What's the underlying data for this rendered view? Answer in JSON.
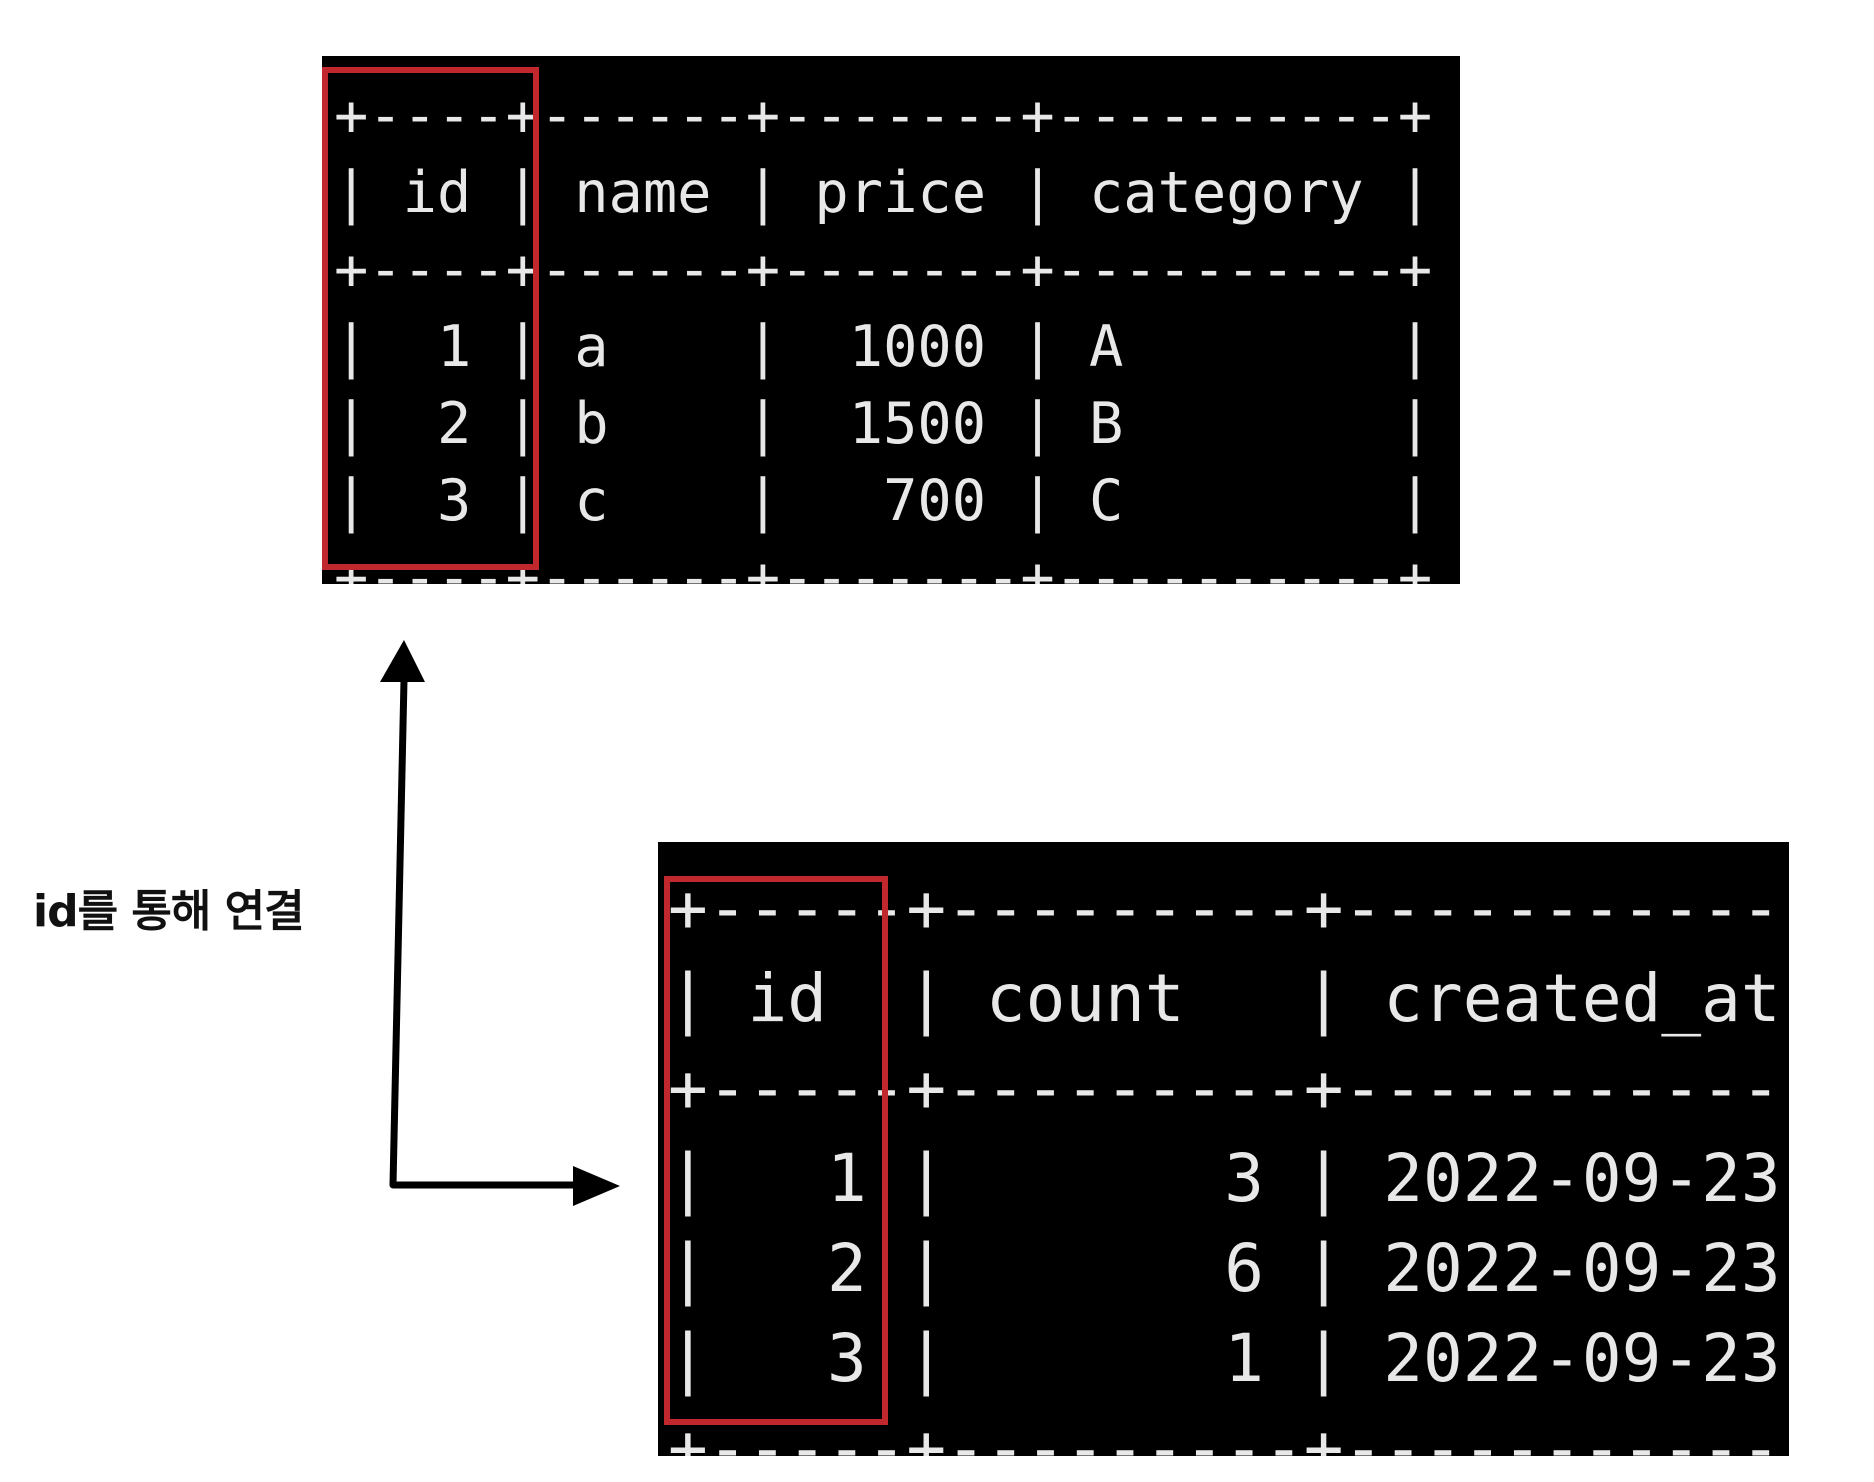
{
  "products_table": {
    "columns": [
      "id",
      "name",
      "price",
      "category"
    ],
    "rows": [
      [
        "1",
        "a",
        "1000",
        "A"
      ],
      [
        "2",
        "b",
        "1500",
        "B"
      ],
      [
        "3",
        "c",
        "700",
        "C"
      ]
    ]
  },
  "orders_table": {
    "columns": [
      "id",
      "count",
      "created_at"
    ],
    "rows": [
      [
        "1",
        "3",
        "2022-09-23"
      ],
      [
        "2",
        "6",
        "2022-09-23"
      ],
      [
        "3",
        "1",
        "2022-09-23"
      ]
    ]
  },
  "caption": "id를 통해 연결",
  "colors": {
    "terminal_background": "#000000",
    "terminal_text": "#e8e8e8",
    "highlight": "#c0282d",
    "arrow": "#000000"
  }
}
